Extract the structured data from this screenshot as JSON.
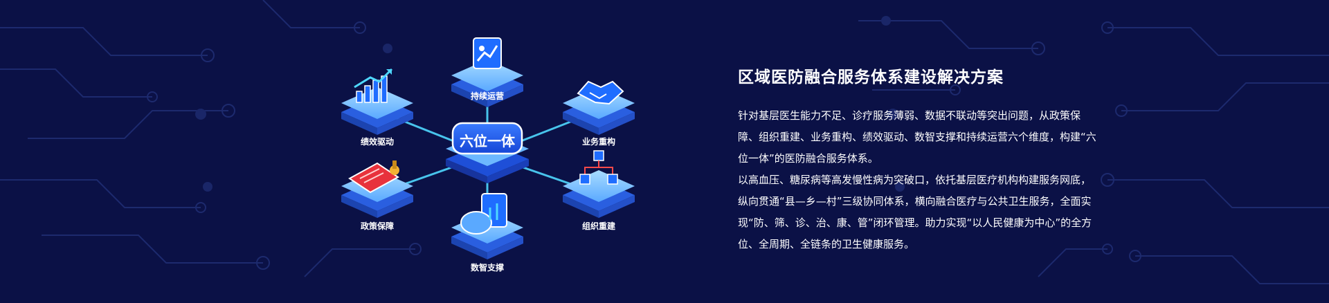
{
  "diagram": {
    "center_label": "六位一体",
    "nodes": [
      {
        "id": "ops",
        "label": "持续运营",
        "icon": "chart-rising-icon"
      },
      {
        "id": "business",
        "label": "业务重构",
        "icon": "handshake-icon"
      },
      {
        "id": "org",
        "label": "组织重建",
        "icon": "org-chart-icon"
      },
      {
        "id": "data",
        "label": "数智支撑",
        "icon": "brain-data-icon"
      },
      {
        "id": "policy",
        "label": "政策保障",
        "icon": "document-seal-icon"
      },
      {
        "id": "performance",
        "label": "绩效驱动",
        "icon": "bar-growth-icon"
      }
    ]
  },
  "content": {
    "title": "区域医防融合服务体系建设解决方案",
    "paragraph1": "针对基层医生能力不足、诊疗服务薄弱、数据不联动等突出问题，从政策保障、组织重建、业务重构、绩效驱动、数智支撑和持续运营六个维度，构建“六位一体”的医防融合服务体系。",
    "paragraph2": "以高血压、糖尿病等高发慢性病为突破口，依托基层医疗机构构建服务网底，纵向贯通“县—乡—村”三级协同体系，横向融合医疗与公共卫生服务，全面实现“防、筛、诊、治、康、管”闭环管理。助力实现“以人民健康为中心”的全方位、全周期、全链条的卫生健康服务。"
  },
  "colors": {
    "background": "#0b1146",
    "accent": "#1f6dff",
    "platform_top": "#7ec8ff",
    "platform_side": "#2a5fe0",
    "connector": "#4fd8ff"
  }
}
